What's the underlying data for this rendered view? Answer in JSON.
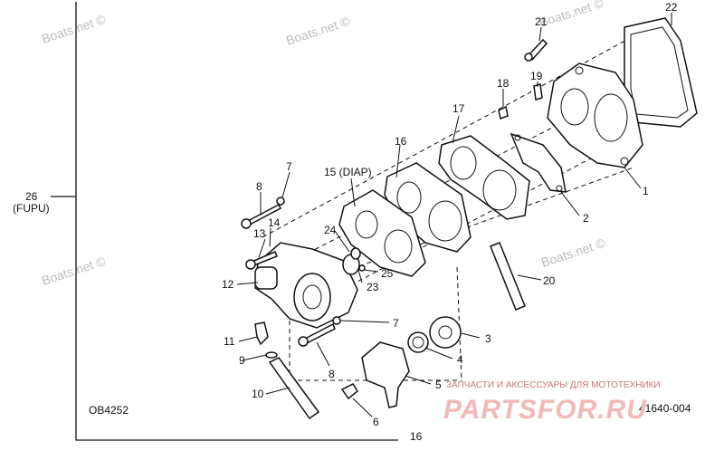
{
  "watermark": "Boats.net ©",
  "brand_ru": "ЗАПЧАСТИ И АКСЕССУАРЫ ДЛЯ МОТОТЕХНИКИ",
  "brand_logo": "PARTSFOR.RU",
  "diagram_code": "41640-004",
  "ref_code": "OB4252",
  "group": {
    "num": "26",
    "name": "(FUPU)"
  },
  "callouts": {
    "c1": "1",
    "c2": "2",
    "c3": "3",
    "c4": "4",
    "c5": "5",
    "c6": "6",
    "c7a": "7",
    "c7b": "7",
    "c8a": "8",
    "c8b": "8",
    "c9": "9",
    "c10": "10",
    "c11": "11",
    "c12": "12",
    "c13": "13",
    "c14": "14",
    "c15": "15 (DIAP)",
    "c16a": "16",
    "c16b": "16",
    "c17": "17",
    "c18": "18",
    "c19": "19",
    "c20": "20",
    "c21": "21",
    "c22": "22",
    "c23": "23",
    "c24": "24",
    "c25": "25"
  }
}
